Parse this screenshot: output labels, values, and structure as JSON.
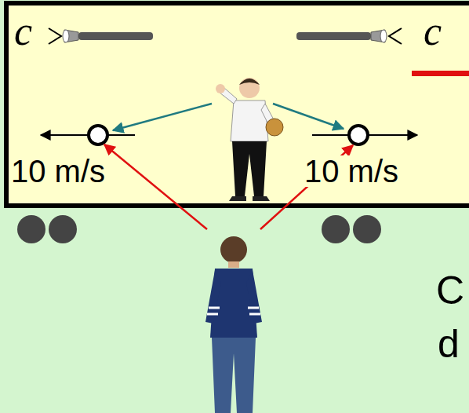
{
  "diagram": {
    "labels": [
      "c",
      "c",
      "10 m/s",
      "10 m/s",
      "C",
      "d"
    ]
  }
}
